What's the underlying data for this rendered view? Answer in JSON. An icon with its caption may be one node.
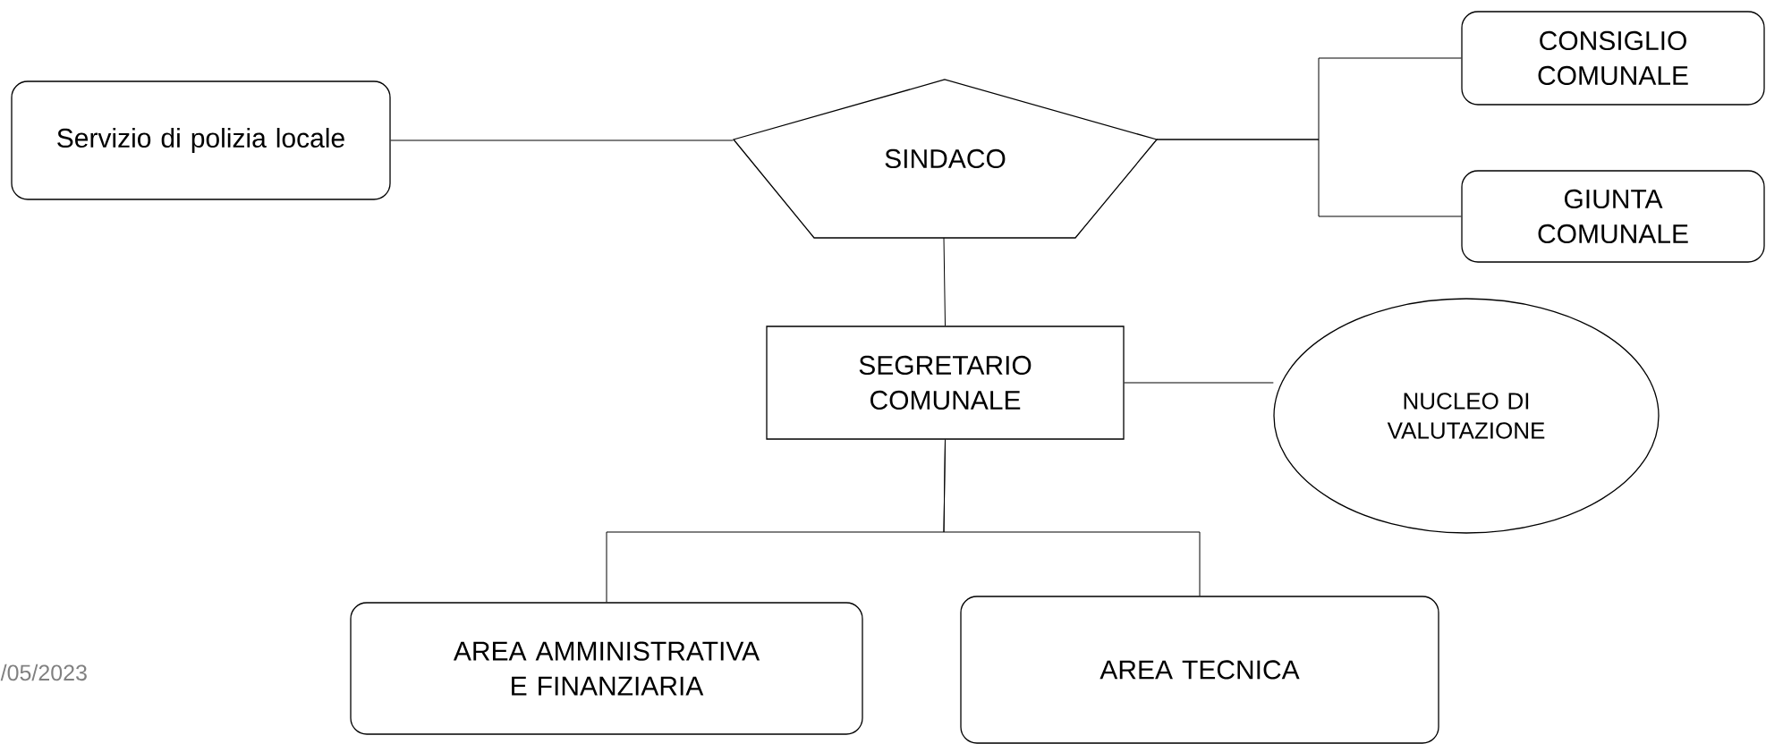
{
  "diagram": {
    "nodes": [
      {
        "text": [
          "Servizio di polizia locale"
        ]
      },
      {
        "text": [
          "SINDACO"
        ]
      },
      {
        "text": [
          "CONSIGLIO COMUNALE"
        ]
      },
      {
        "text": [
          "GIUNTA COMUNALE"
        ]
      },
      {
        "text": [
          "SEGRETARIO COMUNALE"
        ]
      },
      {
        "text": [
          "NUCLEO DI VALUTAZIONE"
        ]
      },
      {
        "text": [
          "AREA AMMINISTRATIVA E FINANZIARIA"
        ]
      },
      {
        "text": [
          "AREA TECNICA"
        ]
      }
    ],
    "edges": [
      {
        "from": 0,
        "to": 1,
        "arrow": "none"
      },
      {
        "from": 1,
        "to": 2,
        "arrow": "none"
      },
      {
        "from": 1,
        "to": 3,
        "arrow": "none"
      },
      {
        "from": 1,
        "to": 4,
        "arrow": "none"
      },
      {
        "from": 4,
        "to": 5,
        "arrow": "none"
      },
      {
        "from": 4,
        "to": 6,
        "arrow": "none"
      },
      {
        "from": 4,
        "to": 7,
        "arrow": "none"
      }
    ],
    "labels": [
      "/05/2023"
    ]
  }
}
